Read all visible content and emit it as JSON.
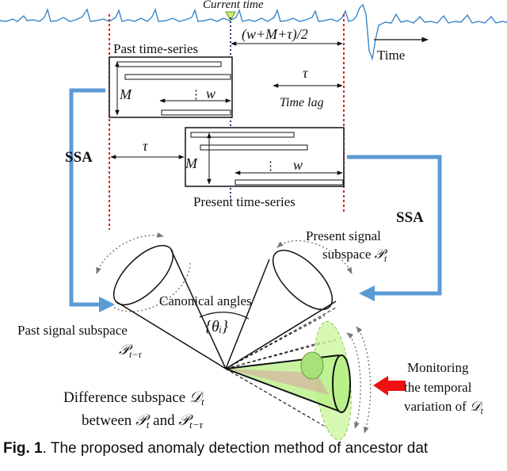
{
  "header": {
    "current_time": "Current time",
    "time_axis": "Time"
  },
  "past": {
    "title": "Past time-series",
    "window_formula": "(w+M+τ)/2",
    "tau": "τ",
    "time_lag": "Time lag",
    "m": "M",
    "w": "w"
  },
  "present": {
    "title": "Present time-series",
    "tau": "τ",
    "m": "M",
    "w": "w"
  },
  "ssa": {
    "left": "SSA",
    "right": "SSA"
  },
  "subspaces": {
    "present_line1": "Present signal",
    "present_line2": "subspace",
    "present_symbol": "𝒫",
    "present_sub": "t",
    "past_line1": "Past signal subspace",
    "past_symbol": "𝒫",
    "past_sub": "t−τ",
    "canonical": "Canonical angles",
    "theta": "{θᵢ}",
    "difference_line1": "Difference subspace",
    "difference_symbol": "𝒟",
    "difference_sub": "t",
    "difference_line2": "between",
    "between_and": "and",
    "between_a": "𝒫",
    "between_a_sub": "t",
    "between_b": "𝒫",
    "between_b_sub": "t−τ"
  },
  "monitoring": {
    "line1": "Monitoring",
    "line2": "the temporal",
    "line3": "variation of",
    "symbol": "𝒟",
    "sub": "t"
  },
  "caption": {
    "label": "Fig. 1",
    "text": ". The proposed anomaly detection method of ancestor dat"
  },
  "colors": {
    "signal": "#3a86c8",
    "ssa_arrow": "#5b9bd5",
    "red_dashed": "#e02020",
    "blue_dotted": "#1f3a8a",
    "green_fill": "#b9f08a",
    "red_arrow": "#ee1111"
  }
}
